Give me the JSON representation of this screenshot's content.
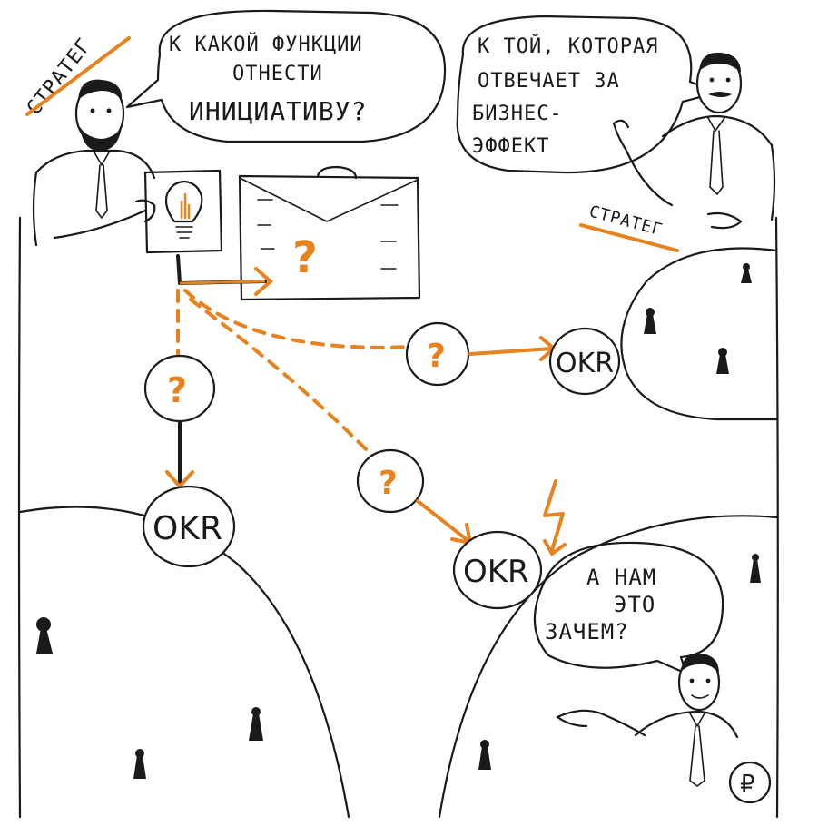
{
  "colors": {
    "ink": "#1a1a1a",
    "accent": "#e8821e",
    "paper": "#ffffff"
  },
  "labels": {
    "strategist_left": "СТРАТЕГ",
    "strategist_right": "СТРАТЕГ"
  },
  "bubbles": {
    "question": [
      "К КАКОЙ ФУНКЦИИ",
      "ОТНЕСТИ",
      "ИНИЦИАТИВУ?"
    ],
    "answer": [
      "К ТОЙ, КОТОРАЯ",
      "ОТВЕЧАЕТ ЗА",
      "БИЗНЕС-",
      "ЭФФЕКТ"
    ],
    "doubt": [
      "А НАМ",
      "ЭТО",
      "ЗАЧЕМ?"
    ]
  },
  "nodes": {
    "question_mark": "?",
    "okr_left": "OKR",
    "okr_right": "OKR",
    "okr_bottom": "OKR",
    "ruble": "₽"
  },
  "icons": [
    "lightbulb-icon",
    "keyhole-icon",
    "lightning-icon",
    "ruble-icon",
    "briefcase-icon"
  ]
}
